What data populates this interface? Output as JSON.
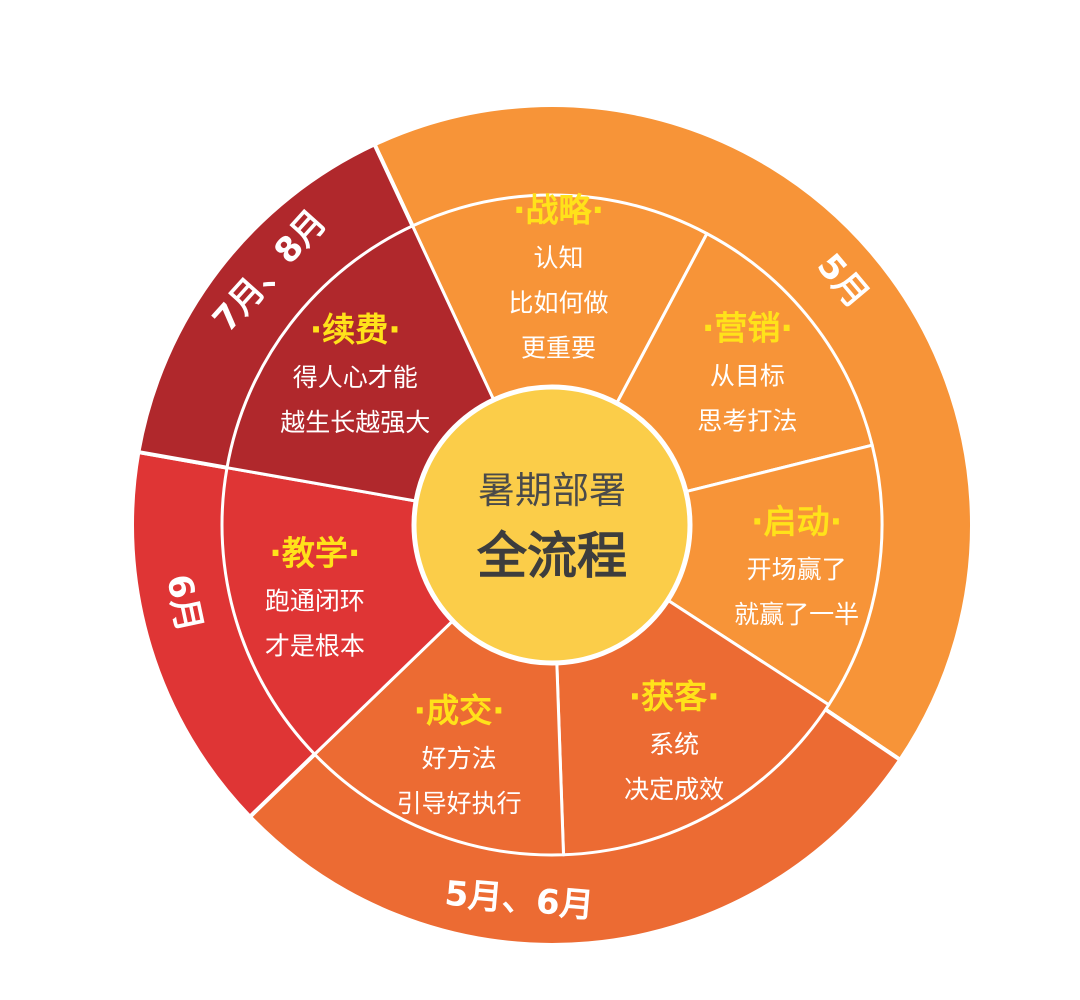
{
  "center": {
    "line1": "暑期部署",
    "line2": "全流程",
    "color": "#fbcd49"
  },
  "bands": [
    {
      "id": "may",
      "label": "5月",
      "color": "#f79438"
    },
    {
      "id": "may-june",
      "label": "5月、6月",
      "color": "#ec6b33"
    },
    {
      "id": "june",
      "label": "6月",
      "color": "#df3535"
    },
    {
      "id": "july-aug",
      "label": "7月、8月",
      "color": "#b0282c"
    }
  ],
  "segments": [
    {
      "id": "strategy",
      "title": "战略",
      "lines": [
        "认知",
        "比如何做",
        "更重要"
      ],
      "band": "may"
    },
    {
      "id": "marketing",
      "title": "营销",
      "lines": [
        "从目标",
        "思考打法"
      ],
      "band": "may"
    },
    {
      "id": "launch",
      "title": "启动",
      "lines": [
        "开场赢了",
        "就赢了一半"
      ],
      "band": "may"
    },
    {
      "id": "acquire",
      "title": "获客",
      "lines": [
        "系统",
        "决定成效"
      ],
      "band": "may-june"
    },
    {
      "id": "deal",
      "title": "成交",
      "lines": [
        "好方法",
        "引导好执行"
      ],
      "band": "may-june"
    },
    {
      "id": "teaching",
      "title": "教学",
      "lines": [
        "跑通闭环",
        "才是根本"
      ],
      "band": "june"
    },
    {
      "id": "renewal",
      "title": "续费",
      "lines": [
        "得人心才能",
        "越生长越强大"
      ],
      "band": "july-aug"
    }
  ],
  "colors": {
    "title_dot": "#ffe21a",
    "title_text": "#ffe21a",
    "body_text": "#ffffff",
    "separator": "#ffffff",
    "center_text": "#444444"
  }
}
